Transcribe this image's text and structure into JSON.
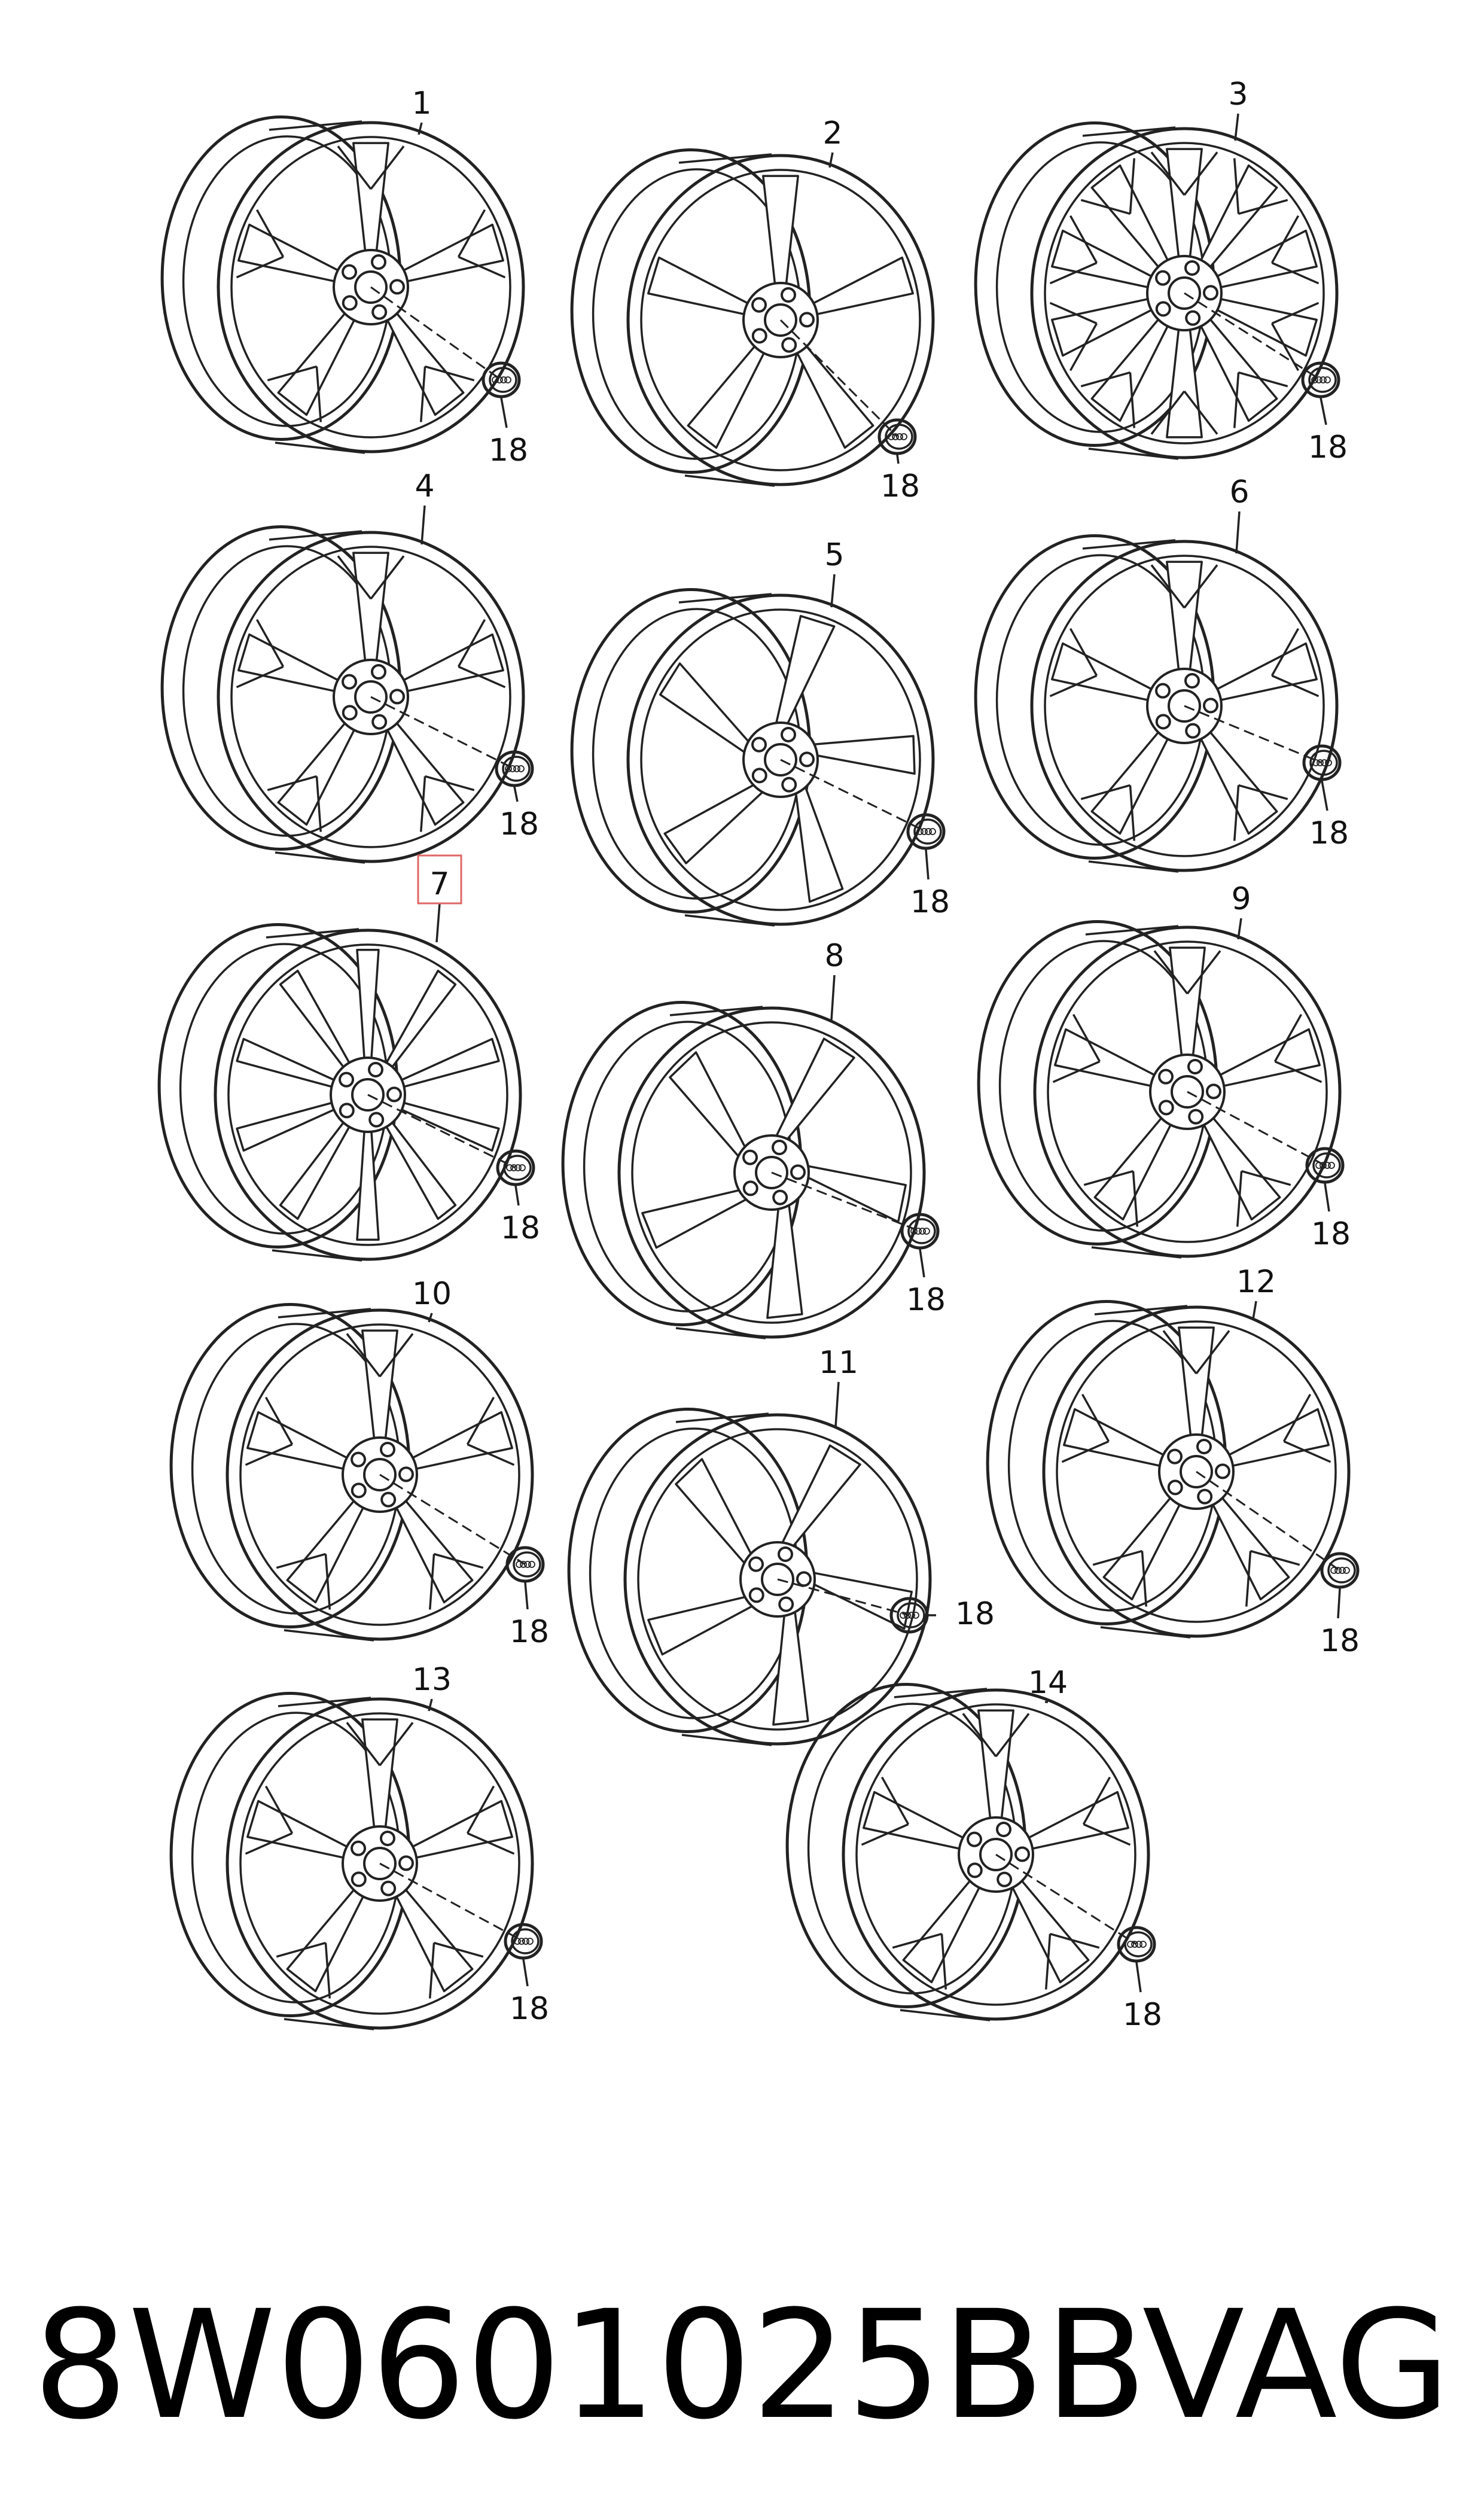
{
  "wheels": [
    {
      "label": "1",
      "cap_label": "18",
      "spokes": 5,
      "style": "double"
    },
    {
      "label": "2",
      "cap_label": "18",
      "spokes": 5,
      "style": "single"
    },
    {
      "label": "3",
      "cap_label": "18",
      "spokes": 10,
      "style": "v"
    },
    {
      "label": "4",
      "cap_label": "18",
      "spokes": 5,
      "style": "y"
    },
    {
      "label": "5",
      "cap_label": "18",
      "spokes": 5,
      "style": "arrow"
    },
    {
      "label": "6",
      "cap_label": "18",
      "spokes": 5,
      "style": "double"
    },
    {
      "label": "7",
      "cap_label": "18",
      "spokes": 10,
      "style": "multi",
      "highlighted": true
    },
    {
      "label": "8",
      "cap_label": "18",
      "spokes": 5,
      "style": "rotor"
    },
    {
      "label": "9",
      "cap_label": "18",
      "spokes": 5,
      "style": "y"
    },
    {
      "label": "10",
      "cap_label": "18",
      "spokes": 5,
      "style": "y"
    },
    {
      "label": "11",
      "cap_label": "18",
      "spokes": 5,
      "style": "rotor"
    },
    {
      "label": "12",
      "cap_label": "18",
      "spokes": 5,
      "style": "double"
    },
    {
      "label": "13",
      "cap_label": "18",
      "spokes": 5,
      "style": "double"
    },
    {
      "label": "14",
      "cap_label": "18",
      "spokes": 5,
      "style": "y"
    }
  ],
  "part_number": "8W0601025BB",
  "brand": "VAG"
}
